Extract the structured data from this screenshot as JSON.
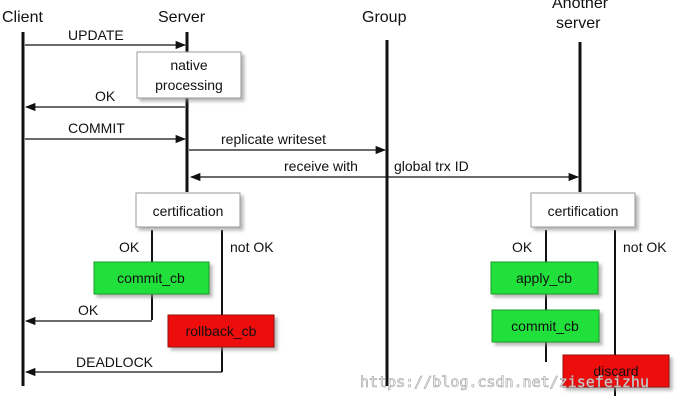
{
  "actors": {
    "client": "Client",
    "server": "Server",
    "group": "Group",
    "another_server_line1": "Another",
    "another_server_line2": "server"
  },
  "messages": {
    "update": "UPDATE",
    "ok1": "OK",
    "commit": "COMMIT",
    "replicate": "replicate writeset",
    "receive": "receive with",
    "global_trx": "global trx ID",
    "ok2": "OK",
    "deadlock": "DEADLOCK"
  },
  "boxes": {
    "native_line1": "native",
    "native_line2": "processing",
    "certification_server": "certification",
    "certification_another": "certification",
    "commit_cb_server": "commit_cb",
    "rollback_cb": "rollback_cb",
    "apply_cb": "apply_cb",
    "commit_cb_another": "commit_cb",
    "discard": "discard"
  },
  "branches": {
    "server_ok": "OK",
    "server_not_ok": "not OK",
    "another_ok": "OK",
    "another_not_ok": "not OK"
  },
  "watermark": "https://blog.csdn.net/zisefeizhu",
  "colors": {
    "ok_box": "#22e03a",
    "fail_box": "#ee1111",
    "line": "#111111",
    "box_border": "#999999"
  }
}
